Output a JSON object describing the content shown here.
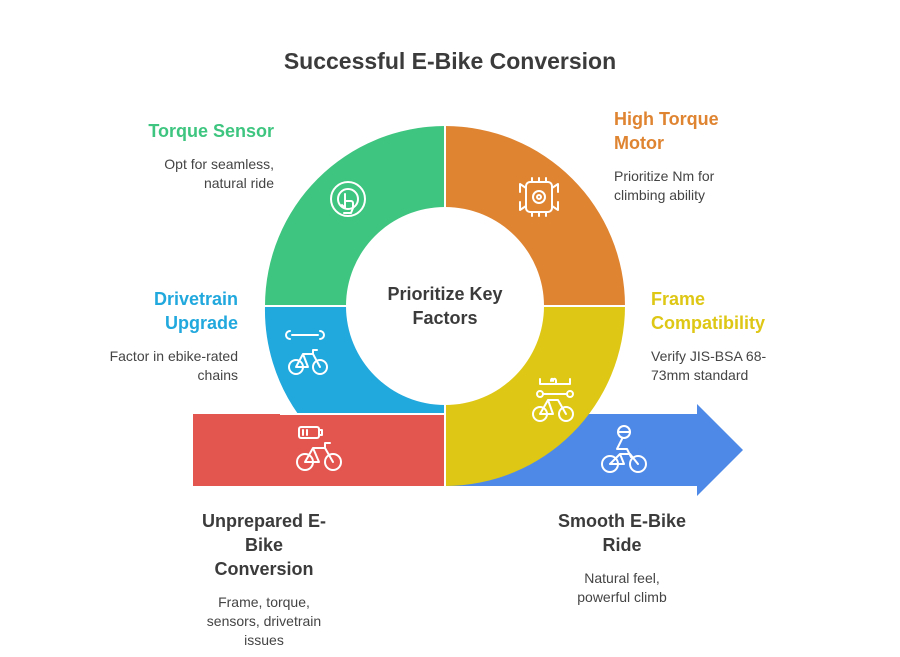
{
  "title": "Successful E-Bike Conversion",
  "center": {
    "line1": "Prioritize Key",
    "line2": "Factors"
  },
  "segments": [
    {
      "heading_lines": [
        "Torque Sensor"
      ],
      "desc_lines": [
        "Opt for seamless,",
        "natural ride"
      ],
      "color": "#3ec57f",
      "icon": "touch-icon"
    },
    {
      "heading_lines": [
        "High Torque",
        "Motor"
      ],
      "desc_lines": [
        "Prioritize Nm for",
        "climbing ability"
      ],
      "color": "#df8431",
      "icon": "motor-gear-icon"
    },
    {
      "heading_lines": [
        "Frame",
        "Compatibility"
      ],
      "desc_lines": [
        "Verify JIS-BSA 68-",
        "73mm standard"
      ],
      "color": "#dec715",
      "icon": "bike-frame-measure-icon"
    },
    {
      "heading_lines": [
        "Drivetrain",
        "Upgrade"
      ],
      "desc_lines": [
        "Factor in ebike-rated",
        "chains"
      ],
      "color": "#21a8dd",
      "icon": "wrench-bike-icon"
    }
  ],
  "start": {
    "heading_lines": [
      "Unprepared E-",
      "Bike",
      "Conversion"
    ],
    "desc_lines": [
      "Frame, torque,",
      "sensors, drivetrain",
      "issues"
    ],
    "color": "#e35650",
    "icon": "battery-bike-icon"
  },
  "end": {
    "heading_lines": [
      "Smooth E-Bike",
      "Ride"
    ],
    "desc_lines": [
      "Natural feel,",
      "powerful climb"
    ],
    "color": "#4f89e8",
    "icon": "rider-bike-icon"
  }
}
